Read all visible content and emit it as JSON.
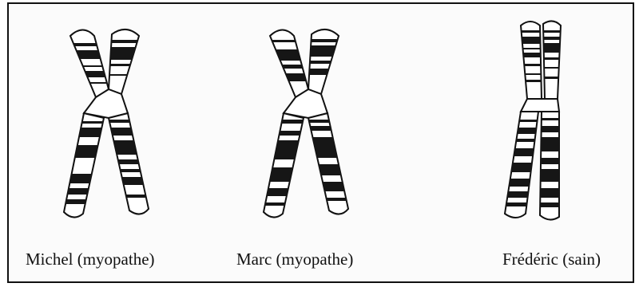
{
  "captions": [
    "Michel (myopathe)",
    "Marc (myopathe)",
    "Frédéric (sain)"
  ],
  "colors": {
    "ink": "#111111",
    "paper": "#fbfbfb",
    "band_dark": "#161616"
  },
  "subjects": [
    {
      "name": "Michel",
      "status": "myopathe",
      "chromosome_shape": "X"
    },
    {
      "name": "Marc",
      "status": "myopathe",
      "chromosome_shape": "X"
    },
    {
      "name": "Frédéric",
      "status": "sain",
      "chromosome_shape": "I"
    }
  ]
}
